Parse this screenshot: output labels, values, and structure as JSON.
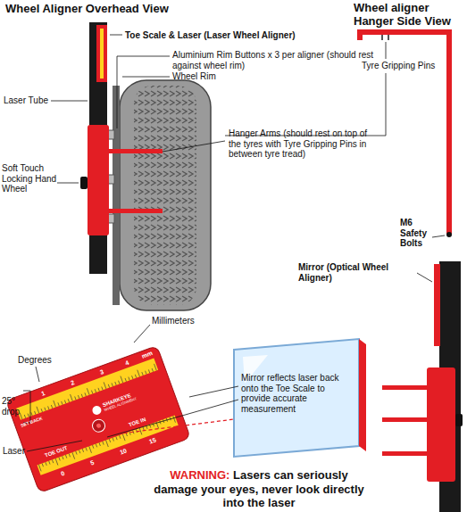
{
  "diagram": {
    "title": "Wheel Aligner Overhead View",
    "labels": [
      "Wheel aligner Hanger Side View",
      "Toe Scale & Laser (Laser Wheel Aligner)",
      "Aluminium Rim Buttons x 3 per aligner (should rest against wheel rim)",
      "Wheel Rim",
      "Laser Tube",
      "Tyre Gripping Pins",
      "Hanger Arms (should rest on top of the tyres with Tyre Gripping Pins in between tyre tread)",
      "Soft Touch Locking Hand Wheel",
      "M6 Safety Bolts",
      "Mirror (Optical Wheel Aligner)",
      "Millimeters",
      "Degrees",
      "25° drop",
      "Laser",
      "Mirror reflects laser back onto the Toe Scale to provide accurate measurement",
      "WARNING:",
      "Lasers can seriously damage your eyes, never look directly into the laser",
      "SET BACK",
      "SHARKEYE",
      "WHEEL ALIGNMENT",
      "TOE OUT",
      "TOE IN",
      "mm",
      "1",
      "2",
      "3",
      "4",
      "0",
      "5",
      "10",
      "15"
    ]
  }
}
